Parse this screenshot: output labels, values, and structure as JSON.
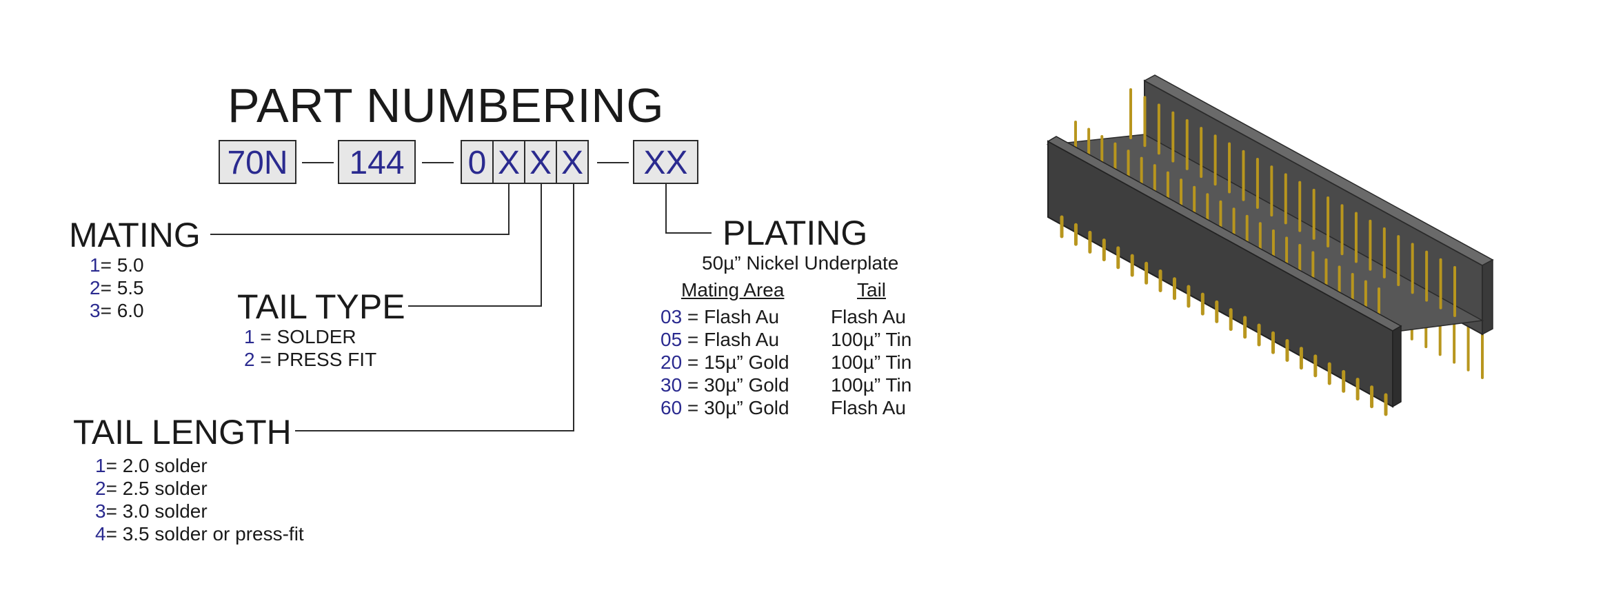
{
  "title": "PART NUMBERING",
  "part_number": {
    "series": "70N",
    "pins": "144",
    "digits": [
      "0",
      "X",
      "X",
      "X"
    ],
    "plating": "XX"
  },
  "mating": {
    "heading": "MATING",
    "options": [
      {
        "code": "1",
        "value": "= 5.0"
      },
      {
        "code": "2",
        "value": "= 5.5"
      },
      {
        "code": "3",
        "value": "= 6.0"
      }
    ]
  },
  "tail_type": {
    "heading": "TAIL TYPE",
    "options": [
      {
        "code": "1",
        "value": " = SOLDER"
      },
      {
        "code": "2",
        "value": " = PRESS FIT"
      }
    ]
  },
  "tail_length": {
    "heading": "TAIL LENGTH",
    "options": [
      {
        "code": "1",
        "value": "= 2.0 solder"
      },
      {
        "code": "2",
        "value": "= 2.5 solder"
      },
      {
        "code": "3",
        "value": "= 3.0 solder"
      },
      {
        "code": "4",
        "value": "= 3.5 solder or press-fit"
      }
    ]
  },
  "plating": {
    "heading": "PLATING",
    "underplate": "50µ” Nickel Underplate",
    "col_mating": "Mating Area",
    "col_tail": "Tail",
    "rows": [
      {
        "code": "03",
        "mating": " = Flash Au",
        "tail": "Flash Au"
      },
      {
        "code": "05",
        "mating": " = Flash Au",
        "tail": "100µ” Tin"
      },
      {
        "code": "20",
        "mating": " = 15µ” Gold",
        "tail": "100µ” Tin"
      },
      {
        "code": "30",
        "mating": " = 30µ” Gold",
        "tail": "100µ” Tin"
      },
      {
        "code": "60",
        "mating": " = 30µ” Gold",
        "tail": "Flash Au"
      }
    ]
  },
  "colors": {
    "code": "#2a2a8f",
    "box_fill": "#e7e7e7",
    "connector": "#3d3d3d",
    "pin": "#b8961e"
  },
  "image": {
    "icon": "connector-3d-icon"
  }
}
